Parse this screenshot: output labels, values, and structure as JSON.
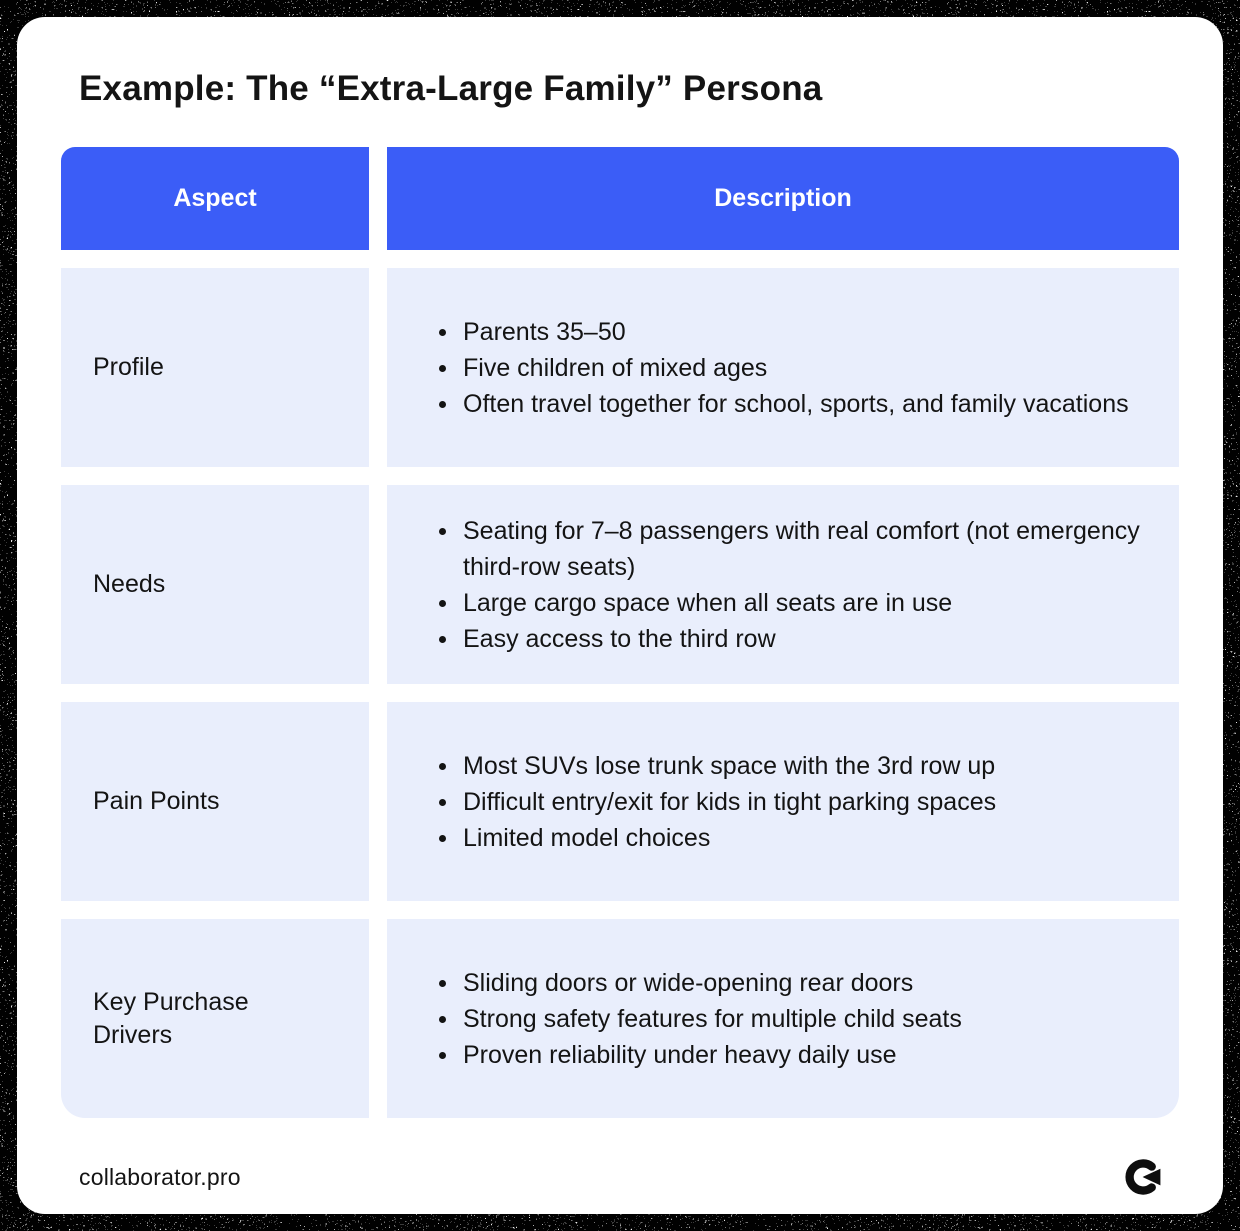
{
  "page": {
    "title": "Example: The “Extra-Large Family” Persona"
  },
  "colors": {
    "accent": "#3B5DF7",
    "row_bg": "#E9EEFC",
    "card_bg": "#FFFFFF",
    "text": "#141414",
    "header_text": "#FFFFFF"
  },
  "table": {
    "headers": [
      "Aspect",
      "Description"
    ],
    "rows": [
      {
        "aspect": "Profile",
        "bullets": [
          "Parents 35–50",
          "Five children of mixed ages",
          "Often travel together for school, sports, and family vacations"
        ]
      },
      {
        "aspect": "Needs",
        "bullets": [
          "Seating for 7–8 passengers with real comfort (not emergency third-row seats)",
          "Large cargo space when all seats are in use",
          "Easy access to the third row"
        ]
      },
      {
        "aspect": "Pain Points",
        "bullets": [
          "Most SUVs lose trunk space with the 3rd row up",
          "Difficult entry/exit for kids in tight parking spaces",
          "Limited model choices"
        ]
      },
      {
        "aspect": "Key Purchase Drivers",
        "bullets": [
          "Sliding doors or wide-opening rear doors",
          "Strong safety features for multiple child seats",
          "Proven reliability under heavy daily use"
        ]
      }
    ]
  },
  "footer": {
    "brand": "collaborator.pro",
    "logo_icon": "collaborator-logo"
  }
}
